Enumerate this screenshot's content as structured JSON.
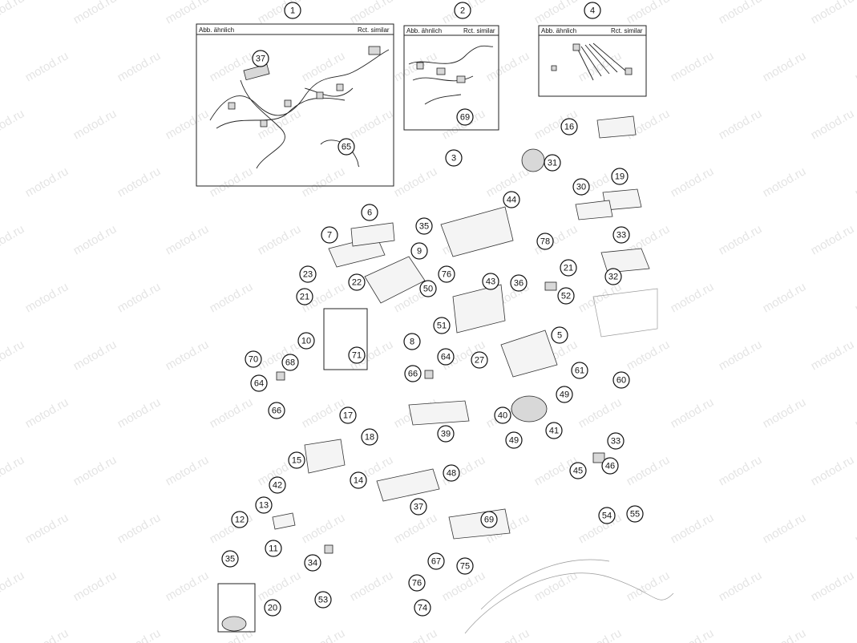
{
  "watermark": "motod.ru",
  "box_labels": {
    "left": "Abb. ähnlich",
    "right": "Rct. similar"
  },
  "callouts": [
    "1",
    "2",
    "4",
    "37",
    "65",
    "69",
    "16",
    "3",
    "31",
    "30",
    "19",
    "6",
    "44",
    "7",
    "35",
    "9",
    "78",
    "33",
    "23",
    "22",
    "76",
    "43",
    "21",
    "32",
    "21",
    "50",
    "36",
    "52",
    "51",
    "10",
    "8",
    "5",
    "70",
    "68",
    "71",
    "64",
    "27",
    "64",
    "66",
    "61",
    "60",
    "66",
    "49",
    "17",
    "40",
    "41",
    "18",
    "39",
    "49",
    "33",
    "15",
    "48",
    "45",
    "46",
    "14",
    "42",
    "37",
    "13",
    "69",
    "12",
    "54",
    "55",
    "11",
    "34",
    "35",
    "67",
    "75",
    "76",
    "20",
    "53",
    "74"
  ]
}
